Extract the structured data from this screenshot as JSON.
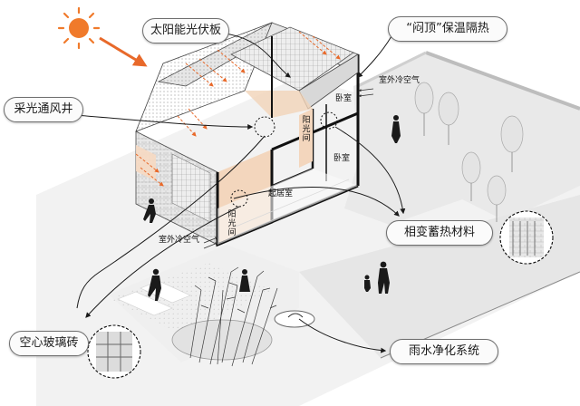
{
  "labels": {
    "solar_pv": "太阳能光伏板",
    "roof_insulation": "“闷顶”保温隔热",
    "light_well": "采光通风井",
    "phase_change": "相变蓄热材料",
    "hollow_glass_brick": "空心玻璃砖",
    "rainwater": "雨水净化系统"
  },
  "diagram_labels": {
    "outdoor_air_top": "室外冷空气",
    "bedroom_upper": "卧室",
    "sunroom_upper": "阳光间",
    "bedroom_lower": "卧室",
    "living_room": "起居室",
    "sunroom_lower": "阳光间",
    "outdoor_air_bottom": "室外冷空气"
  },
  "colors": {
    "sun": "#f07a2b",
    "arrow": "#e8692a",
    "warm_fill": "#f3d6bd",
    "line": "#1a1a1a"
  }
}
